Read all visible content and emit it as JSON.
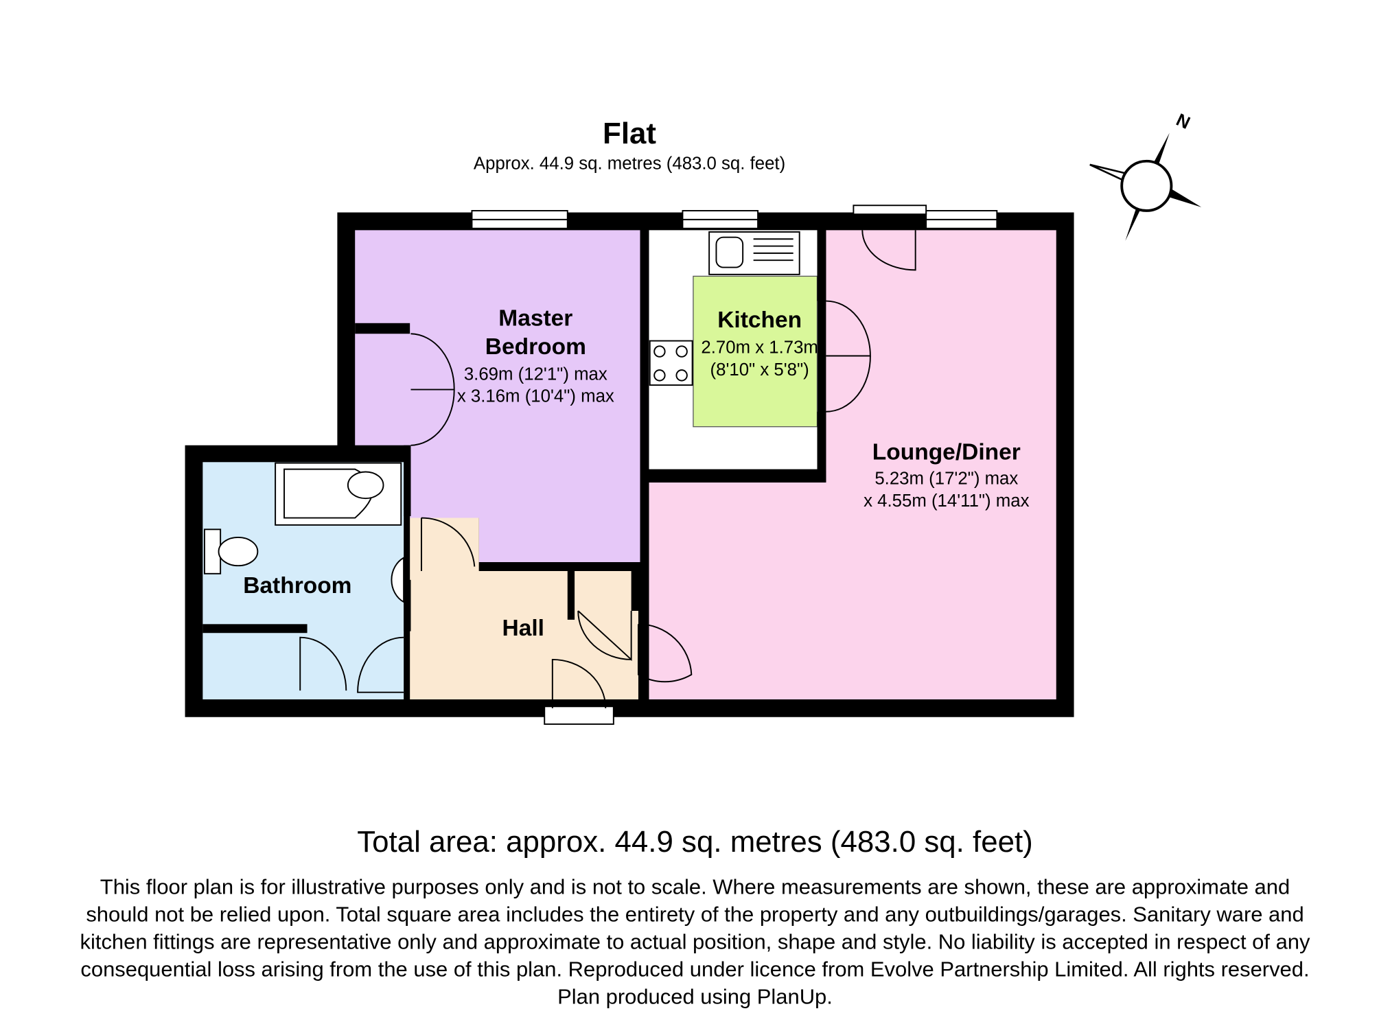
{
  "title": "Flat",
  "subtitle": "Approx.  44.9 sq. metres (483.0 sq. feet)",
  "compass_label": "N",
  "rooms": {
    "master_bedroom": {
      "name_line1": "Master",
      "name_line2": "Bedroom",
      "dim1": "3.69m (12'1\") max",
      "dim2": "x 3.16m (10'4\") max",
      "color": "#e6c8f8"
    },
    "kitchen": {
      "name": "Kitchen",
      "dim1": "2.70m x 1.73m",
      "dim2": "(8'10\" x 5'8\")",
      "color": "#d9f79a"
    },
    "lounge": {
      "name": "Lounge/Diner",
      "dim1": "5.23m (17'2\") max",
      "dim2": "x 4.55m (14'11\") max",
      "color": "#fcd4ec"
    },
    "bathroom": {
      "name": "Bathroom",
      "color": "#d5ecfa"
    },
    "hall": {
      "name": "Hall",
      "color": "#fbe9d2"
    }
  },
  "total_area": "Total area: approx.  44.9 sq. metres (483.0 sq. feet)",
  "disclaimer": [
    "This floor plan is for illustrative purposes only and is not to scale.  Where measurements are shown, these are approximate and",
    "should not be relied upon. Total square area includes the entirety of the property and any outbuildings/garages. Sanitary ware and",
    "kitchen fittings are representative only and approximate to actual position, shape and style.  No liability is accepted in respect of any",
    "consequential loss arising from the use of this plan. Reproduced under licence from Evolve Partnership Limited. All rights reserved.",
    "Plan produced using PlanUp."
  ]
}
